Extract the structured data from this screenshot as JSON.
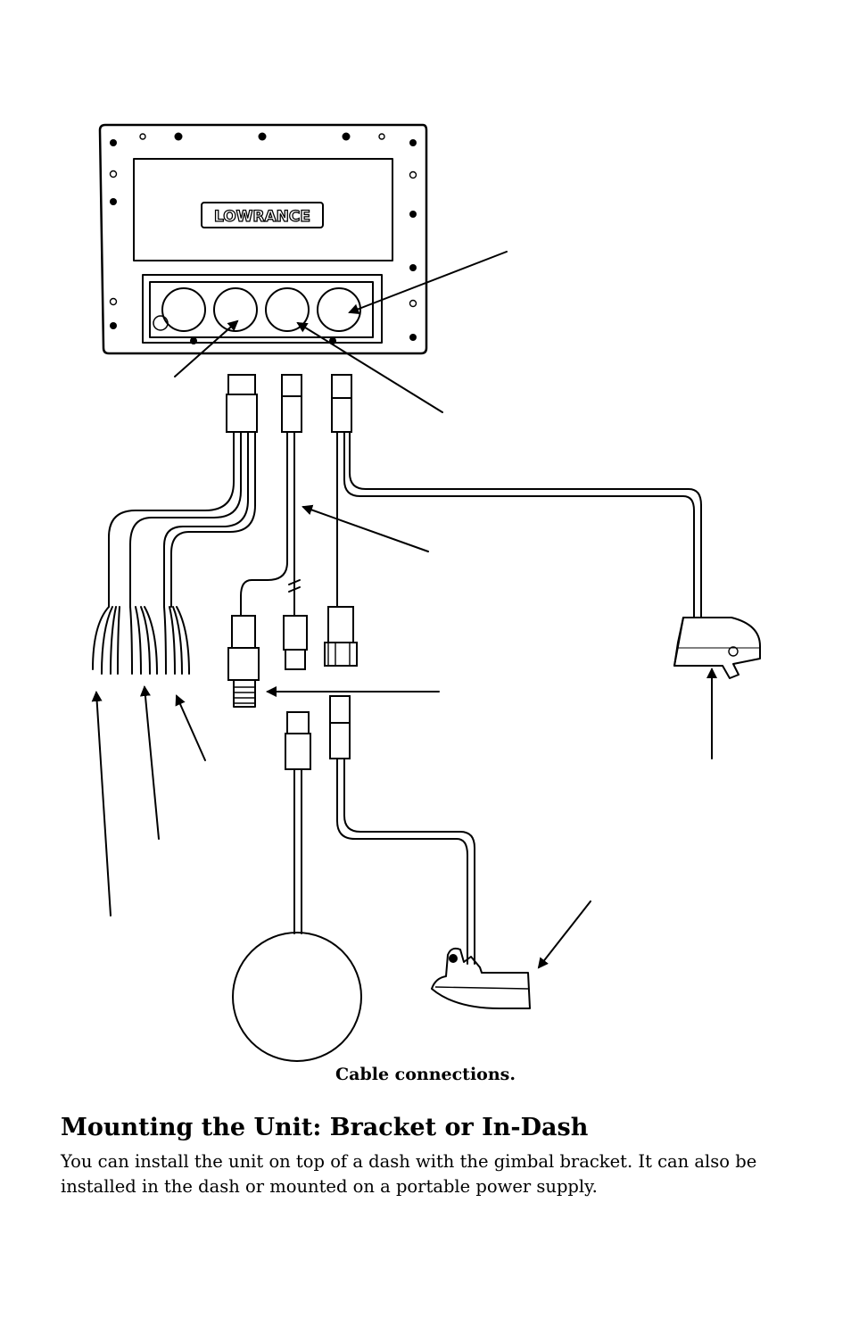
{
  "figure": {
    "brand_label": "LOWRANCE",
    "caption": "Cable connections."
  },
  "section": {
    "heading": "Mounting the Unit: Bracket or In-Dash",
    "paragraph": "You can install the unit on top of a dash with the gimbal bracket. It can also be installed in the dash or mounted on a portable power supply."
  }
}
